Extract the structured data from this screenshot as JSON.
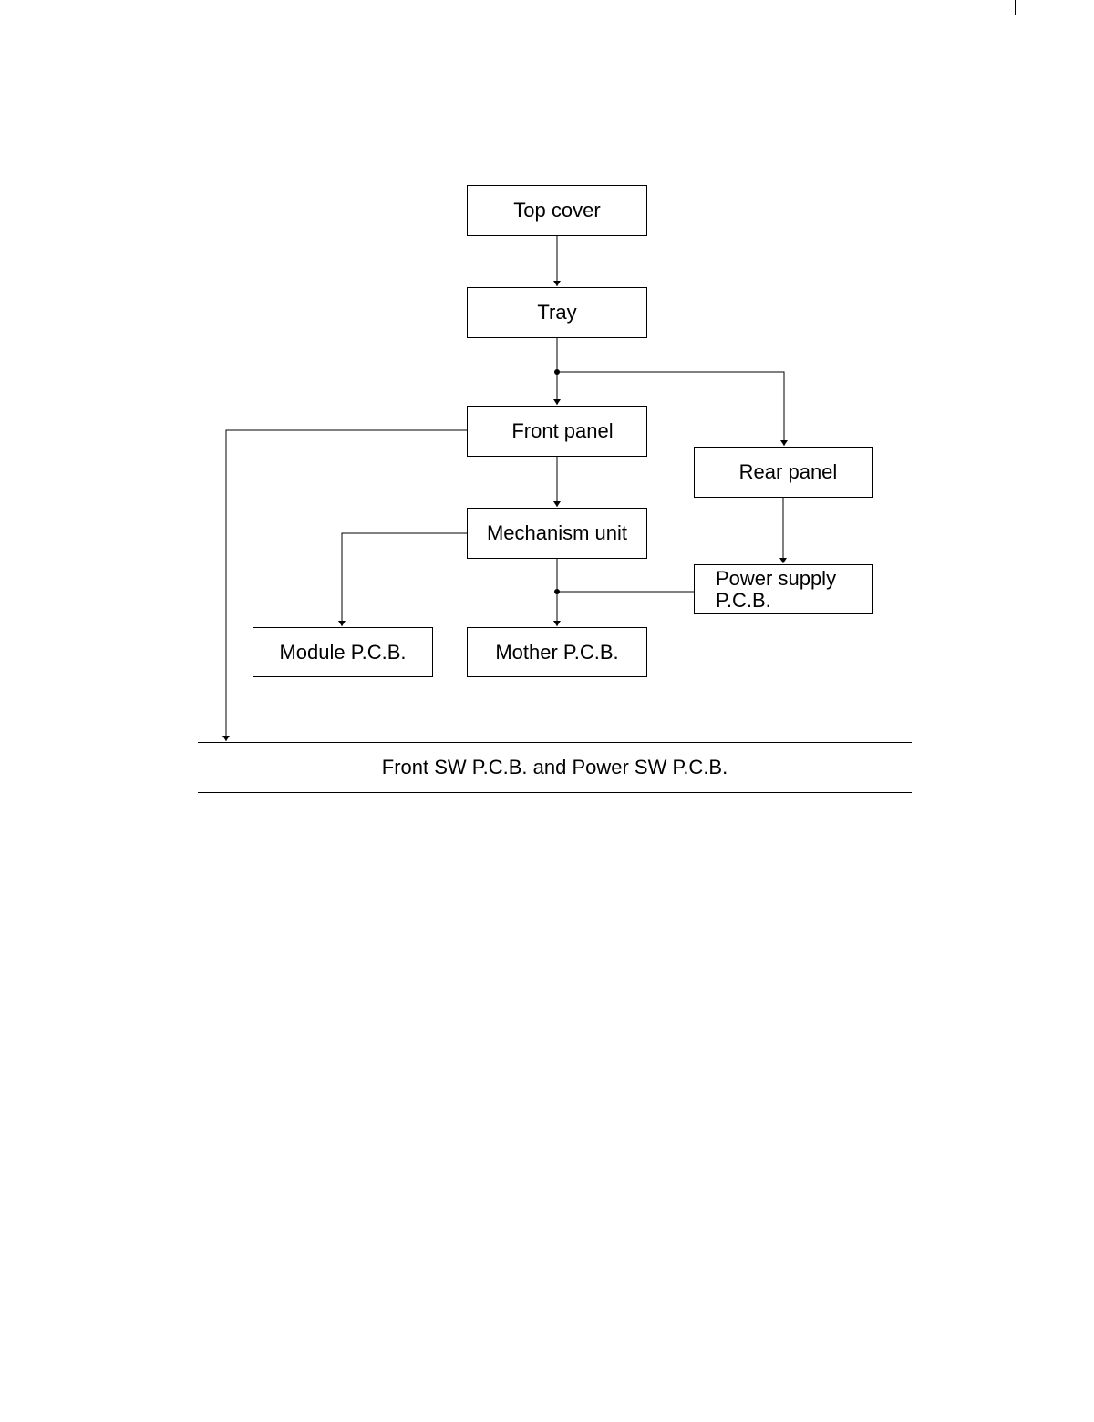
{
  "nodes": {
    "top_cover": "Top cover",
    "tray": "Tray",
    "front_panel": "Front panel",
    "rear_panel": "Rear panel",
    "mechanism_unit": "Mechanism unit",
    "power_supply_line1": "Power supply",
    "power_supply_line2": "P.C.B.",
    "module_pcb": "Module P.C.B.",
    "mother_pcb": "Mother P.C.B."
  },
  "footer_band": "Front SW P.C.B. and Power SW P.C.B.",
  "edges": [
    {
      "from": "Top cover",
      "to": "Tray"
    },
    {
      "from": "Tray",
      "to": "Front panel"
    },
    {
      "from": "Tray",
      "to": "Rear panel"
    },
    {
      "from": "Front panel",
      "to": "Mechanism unit"
    },
    {
      "from": "Front panel",
      "to": "Front SW P.C.B. and Power SW P.C.B."
    },
    {
      "from": "Rear panel",
      "to": "Power supply P.C.B."
    },
    {
      "from": "Mechanism unit",
      "to": "Module P.C.B."
    },
    {
      "from": "Mechanism unit",
      "to": "Mother P.C.B."
    },
    {
      "from": "Power supply P.C.B.",
      "to": "Mother P.C.B."
    }
  ]
}
